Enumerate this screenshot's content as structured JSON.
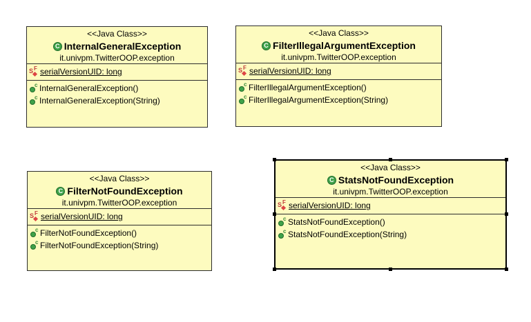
{
  "classes": [
    {
      "stereotype": "<<Java Class>>",
      "name": "InternalGeneralException",
      "package": "it.univpm.TwitterOOP.exception",
      "fields": [
        {
          "text": "serialVersionUID: long",
          "icon": "static-final-field-icon"
        }
      ],
      "methods": [
        {
          "text": "InternalGeneralException()",
          "icon": "constructor-icon"
        },
        {
          "text": "InternalGeneralException(String)",
          "icon": "constructor-icon"
        }
      ]
    },
    {
      "stereotype": "<<Java Class>>",
      "name": "FilterIllegalArgumentException",
      "package": "it.univpm.TwitterOOP.exception",
      "fields": [
        {
          "text": "serialVersionUID: long",
          "icon": "static-final-field-icon"
        }
      ],
      "methods": [
        {
          "text": "FilterIllegalArgumentException()",
          "icon": "constructor-icon"
        },
        {
          "text": "FilterIllegalArgumentException(String)",
          "icon": "constructor-icon"
        }
      ]
    },
    {
      "stereotype": "<<Java Class>>",
      "name": "FilterNotFoundException",
      "package": "it.univpm.TwitterOOP.exception",
      "fields": [
        {
          "text": "serialVersionUID: long",
          "icon": "static-final-field-icon"
        }
      ],
      "methods": [
        {
          "text": "FilterNotFoundException()",
          "icon": "constructor-icon"
        },
        {
          "text": "FilterNotFoundException(String)",
          "icon": "constructor-icon"
        }
      ]
    },
    {
      "stereotype": "<<Java Class>>",
      "name": "StatsNotFoundException",
      "package": "it.univpm.TwitterOOP.exception",
      "fields": [
        {
          "text": "serialVersionUID: long",
          "icon": "static-final-field-icon"
        }
      ],
      "methods": [
        {
          "text": "StatsNotFoundException()",
          "icon": "constructor-icon"
        },
        {
          "text": "StatsNotFoundException(String)",
          "icon": "constructor-icon"
        }
      ]
    }
  ],
  "colors": {
    "box_fill": "#fdfbbf",
    "border": "#2b2b2b",
    "class_icon": "#3fa24a",
    "field_icon": "#c03a3a"
  }
}
